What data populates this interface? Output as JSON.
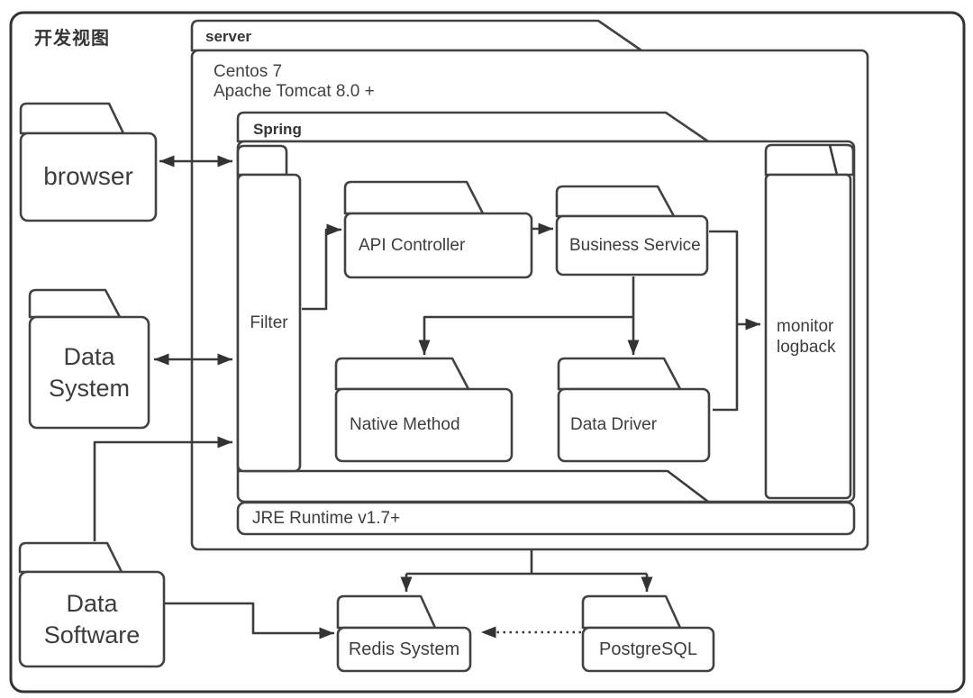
{
  "diagram": {
    "title": "开发视图",
    "type": "development-view-architecture"
  },
  "nodes": {
    "browser": {
      "label": "browser"
    },
    "data_system": {
      "label": "Data System"
    },
    "data_software": {
      "label": "Data Software"
    },
    "server": {
      "title": "server",
      "env": [
        "Centos 7",
        "Apache Tomcat 8.0 +"
      ]
    },
    "spring": {
      "title": "Spring"
    },
    "filter": {
      "label": "Filter"
    },
    "api_controller": {
      "label": "API Controller"
    },
    "business_service": {
      "label": "Business Service"
    },
    "native_method": {
      "label": "Native Method"
    },
    "data_driver": {
      "label": "Data Driver"
    },
    "monitor": {
      "label": "monitor logback"
    },
    "jre_runtime": {
      "label": "JRE Runtime v1.7+"
    },
    "redis": {
      "label": "Redis System"
    },
    "postgresql": {
      "label": "PostgreSQL"
    }
  },
  "edges": [
    {
      "from": "browser",
      "to": "filter",
      "style": "solid",
      "arrows": "both"
    },
    {
      "from": "data_system",
      "to": "filter",
      "style": "solid",
      "arrows": "both"
    },
    {
      "from": "data_software",
      "to": "filter",
      "style": "solid",
      "arrows": "end"
    },
    {
      "from": "filter",
      "to": "api_controller",
      "style": "solid",
      "arrows": "end"
    },
    {
      "from": "api_controller",
      "to": "business_service",
      "style": "solid",
      "arrows": "end"
    },
    {
      "from": "business_service",
      "to": "native_method",
      "style": "solid",
      "arrows": "end"
    },
    {
      "from": "business_service",
      "to": "data_driver",
      "style": "solid",
      "arrows": "end"
    },
    {
      "from": "business_service",
      "to": "monitor",
      "style": "solid",
      "arrows": "end"
    },
    {
      "from": "data_driver",
      "to": "monitor",
      "style": "solid",
      "arrows": "end"
    },
    {
      "from": "server",
      "to": "redis",
      "style": "solid",
      "arrows": "end"
    },
    {
      "from": "server",
      "to": "postgresql",
      "style": "solid",
      "arrows": "end"
    },
    {
      "from": "data_software",
      "to": "redis",
      "style": "solid",
      "arrows": "end"
    },
    {
      "from": "postgresql",
      "to": "redis",
      "style": "dotted",
      "arrows": "end"
    }
  ],
  "colors": {
    "stroke": "#424242",
    "connector": "#3b3b3b",
    "text": "#3d3d3d",
    "background": "#ffffff"
  }
}
